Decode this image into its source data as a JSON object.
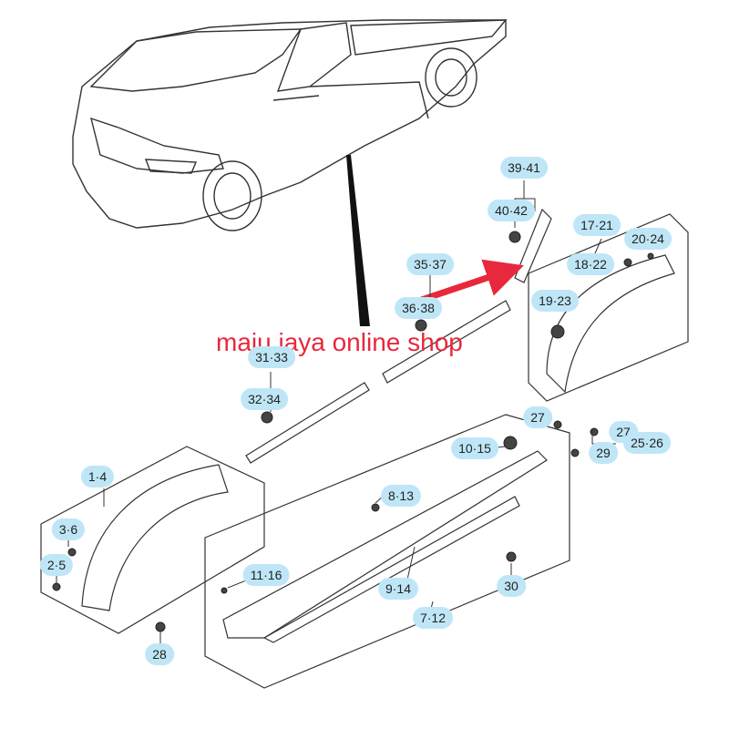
{
  "watermark": "maju jaya online shop",
  "colors": {
    "bubble": "#bfe6f7",
    "line": "#333333",
    "arrow": "#e8283c",
    "watermark": "#e8283c"
  },
  "callouts": {
    "c39_41": "39·41",
    "c40_42": "40·42",
    "c17_21": "17·21",
    "c20_24": "20·24",
    "c18_22": "18·22",
    "c35_37": "35·37",
    "c19_23": "19·23",
    "c36_38": "36·38",
    "c31_33": "31·33",
    "c32_34": "32·34",
    "c27a": "27",
    "c27b": "27",
    "c10_15": "10·15",
    "c25_26": "25·26",
    "c29": "29",
    "c1_4": "1·4",
    "c8_13": "8·13",
    "c3_6": "3·6",
    "c2_5": "2·5",
    "c11_16": "11·16",
    "c9_14": "9·14",
    "c30": "30",
    "c7_12": "7·12",
    "c28": "28"
  }
}
